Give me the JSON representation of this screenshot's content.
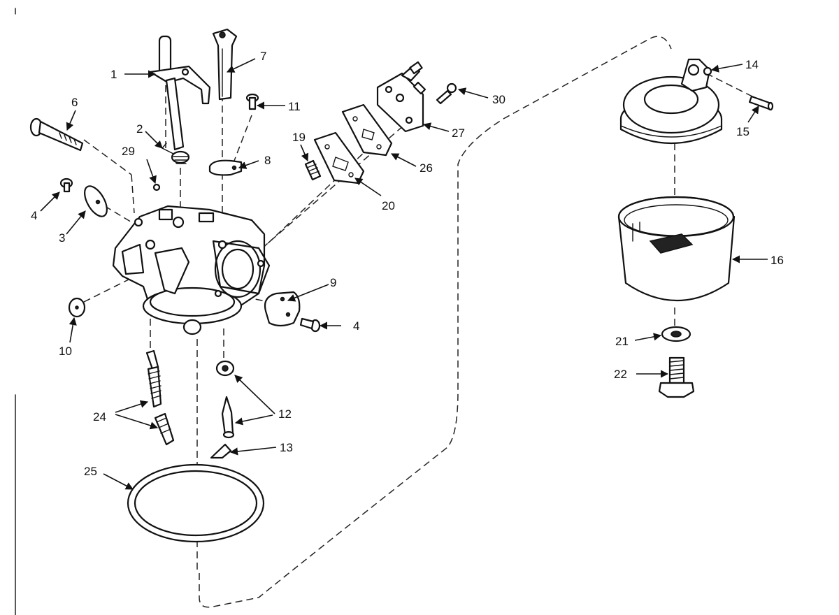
{
  "diagram": {
    "callouts": [
      {
        "id": "c1",
        "label": "1"
      },
      {
        "id": "c2",
        "label": "2"
      },
      {
        "id": "c3",
        "label": "3"
      },
      {
        "id": "c4a",
        "label": "4"
      },
      {
        "id": "c4b",
        "label": "4"
      },
      {
        "id": "c6",
        "label": "6"
      },
      {
        "id": "c7",
        "label": "7"
      },
      {
        "id": "c8",
        "label": "8"
      },
      {
        "id": "c9",
        "label": "9"
      },
      {
        "id": "c10",
        "label": "10"
      },
      {
        "id": "c11",
        "label": "11"
      },
      {
        "id": "c12",
        "label": "12"
      },
      {
        "id": "c13",
        "label": "13"
      },
      {
        "id": "c14",
        "label": "14"
      },
      {
        "id": "c15",
        "label": "15"
      },
      {
        "id": "c16",
        "label": "16"
      },
      {
        "id": "c19",
        "label": "19"
      },
      {
        "id": "c20",
        "label": "20"
      },
      {
        "id": "c21",
        "label": "21"
      },
      {
        "id": "c22",
        "label": "22"
      },
      {
        "id": "c24",
        "label": "24"
      },
      {
        "id": "c25",
        "label": "25"
      },
      {
        "id": "c26",
        "label": "26"
      },
      {
        "id": "c27",
        "label": "27"
      },
      {
        "id": "c29",
        "label": "29"
      },
      {
        "id": "c30",
        "label": "30"
      }
    ]
  }
}
